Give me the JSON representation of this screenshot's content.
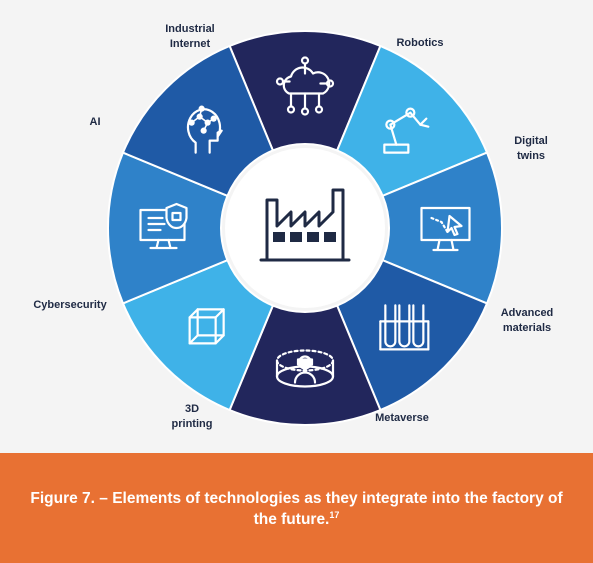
{
  "diagram": {
    "center_icon": "factory-icon",
    "segments": [
      {
        "key": "industrial-internet",
        "lines": [
          "Industrial",
          "Internet"
        ],
        "icon": "cloud-network-icon",
        "color": "#22265c"
      },
      {
        "key": "robotics",
        "lines": [
          "Robotics"
        ],
        "icon": "robot-arm-icon",
        "color": "#3fb2e8"
      },
      {
        "key": "digital-twins",
        "lines": [
          "Digital",
          "twins"
        ],
        "icon": "monitor-cursor-icon",
        "color": "#2f82c9"
      },
      {
        "key": "advanced-materials",
        "lines": [
          "Advanced",
          "materials"
        ],
        "icon": "test-tubes-icon",
        "color": "#1f5aa6"
      },
      {
        "key": "metaverse",
        "lines": [
          "Metaverse"
        ],
        "icon": "vr-headset-icon",
        "color": "#22265c"
      },
      {
        "key": "3d-printing",
        "lines": [
          "3D",
          "printing"
        ],
        "icon": "cube-icon",
        "color": "#3fb2e8"
      },
      {
        "key": "cybersecurity",
        "lines": [
          "Cybersecurity"
        ],
        "icon": "secure-monitor-icon",
        "color": "#2f82c9"
      },
      {
        "key": "ai",
        "lines": [
          "AI"
        ],
        "icon": "ai-head-icon",
        "color": "#1f5aa6"
      }
    ]
  },
  "caption": {
    "text": "Figure 7. – Elements of technologies as they integrate into the factory of the future.",
    "sup": "17",
    "color": "#e87133"
  }
}
